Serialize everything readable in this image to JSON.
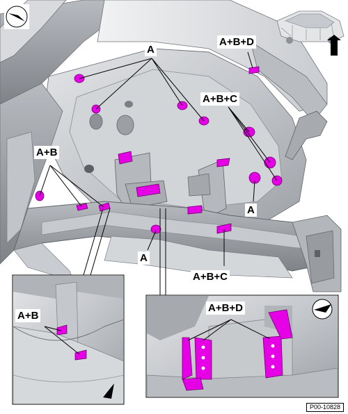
{
  "labels": {
    "a_top": "A",
    "abd_top": "A+B+D",
    "abc_upper": "A+B+C",
    "ab_left": "A+B",
    "a_right": "A",
    "a_bottom": "A",
    "abc_lower": "A+B+C",
    "ab_inset": "A+B",
    "abd_inset": "A+B+D"
  },
  "doc_ref": "P00-10828",
  "colors": {
    "weld_point": "#e600e6",
    "body_metal": "#c8cbcf",
    "body_shadow": "#8e9297",
    "background": "#ffffff"
  },
  "icons": {
    "direction_arrow": "triangle-arrow-icon",
    "vehicle_overview": "car-body-icon"
  }
}
